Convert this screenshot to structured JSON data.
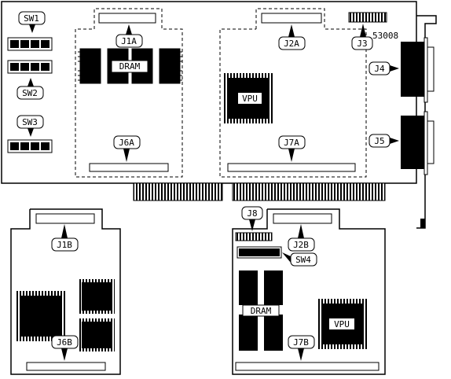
{
  "diagram": {
    "part_number": "53008",
    "labels": {
      "sw1": "SW1",
      "sw2": "SW2",
      "sw3": "SW3",
      "sw4": "SW4",
      "j1a": "J1A",
      "j2a": "J2A",
      "j3": "J3",
      "j4": "J4",
      "j5": "J5",
      "j6a": "J6A",
      "j7a": "J7A",
      "j8": "J8",
      "j1b": "J1B",
      "j2b": "J2B",
      "j6b": "J6B",
      "j7b": "J7B",
      "dram_main": "DRAM",
      "dram_sub": "DRAM",
      "vpu_main": "VPU",
      "vpu_sub": "VPU"
    }
  }
}
